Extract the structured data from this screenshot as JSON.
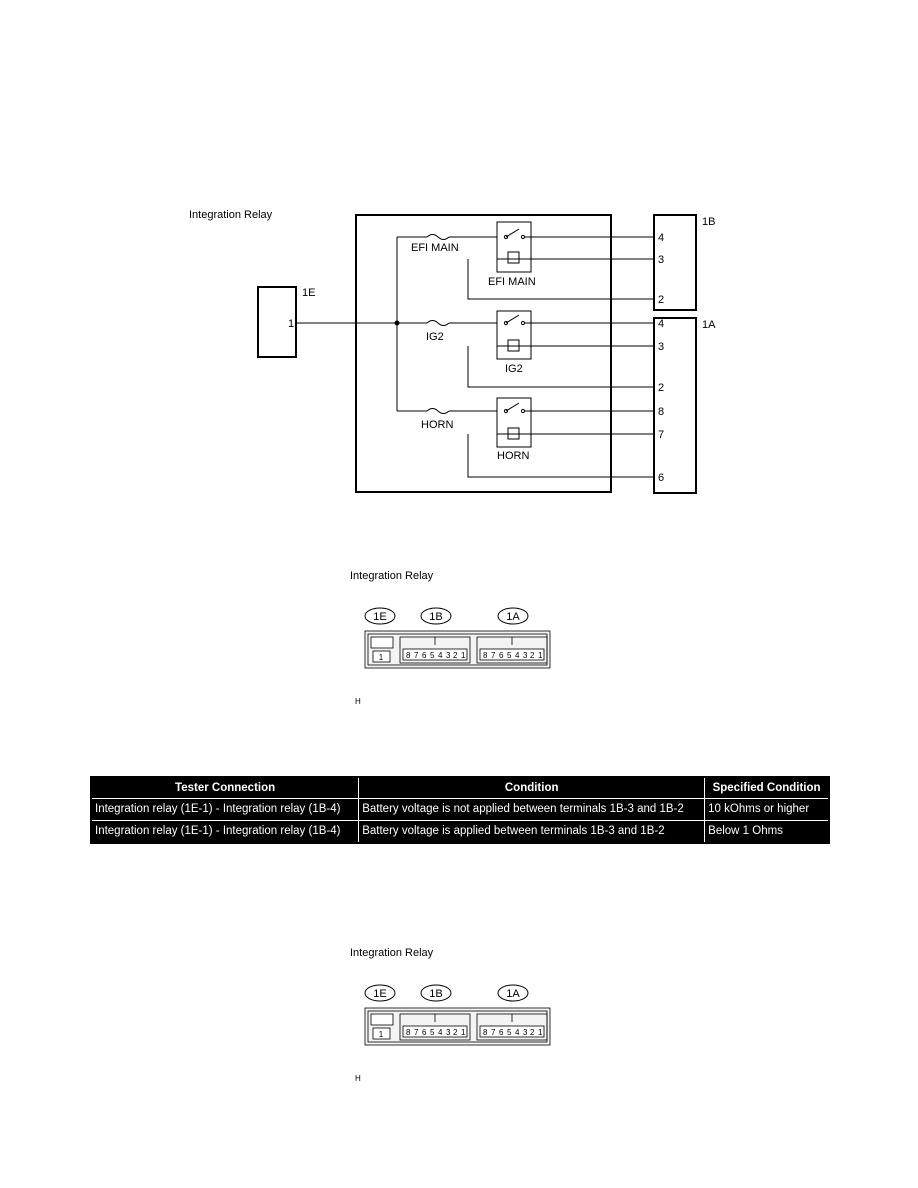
{
  "diagram": {
    "title": "Integration Relay",
    "left_connector": "1E",
    "left_pin": "1",
    "top_connector": "1B",
    "bottom_connector": "1A",
    "pins_1b": [
      "4",
      "3",
      "2"
    ],
    "pins_1a": [
      "4",
      "3",
      "2",
      "8",
      "7",
      "6"
    ],
    "fuses": [
      "EFI MAIN",
      "IG2",
      "HORN"
    ],
    "relays": [
      "EFI MAIN",
      "IG2",
      "HORN"
    ]
  },
  "figure1": {
    "title": "Integration Relay",
    "labels": [
      "1E",
      "1B",
      "1A"
    ],
    "pins_1e": [
      "1"
    ],
    "pins_1b": [
      "8",
      "7",
      "6",
      "5",
      "4",
      "3",
      "2",
      "1"
    ],
    "pins_1a": [
      "8",
      "7",
      "6",
      "5",
      "4",
      "3",
      "2",
      "1"
    ],
    "caption": "H"
  },
  "table": {
    "headers": [
      "Tester Connection",
      "Condition",
      "Specified Condition"
    ],
    "rows": [
      [
        "Integration relay (1E-1) - Integration relay (1B-4)",
        "Battery voltage is not applied between terminals 1B-3 and 1B-2",
        "10 kOhms or higher"
      ],
      [
        "Integration relay (1E-1) - Integration relay (1B-4)",
        "Battery voltage is applied between terminals 1B-3 and 1B-2",
        "Below 1 Ohms"
      ]
    ]
  },
  "figure2": {
    "title": "Integration Relay",
    "labels": [
      "1E",
      "1B",
      "1A"
    ],
    "pins_1e": [
      "1"
    ],
    "pins_1b": [
      "8",
      "7",
      "6",
      "5",
      "4",
      "3",
      "2",
      "1"
    ],
    "pins_1a": [
      "8",
      "7",
      "6",
      "5",
      "4",
      "3",
      "2",
      "1"
    ],
    "caption": "H"
  }
}
